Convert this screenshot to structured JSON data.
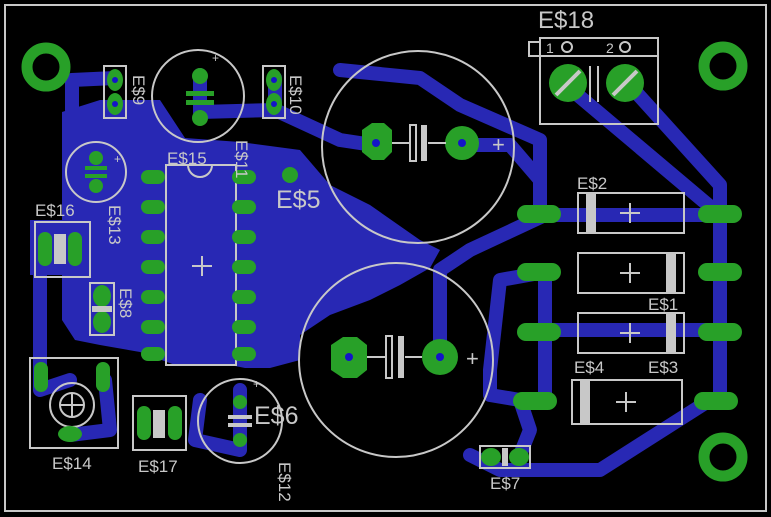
{
  "colors": {
    "background": "#000000",
    "copper": "#2828b4",
    "pad": "#28a028",
    "pad_hole": "#1414c8",
    "silkscreen": "#c8c8c8",
    "outline": "#c8c8c8"
  },
  "labels": {
    "e18": "E$18",
    "pin1": "1",
    "pin2": "2",
    "e9": "E$9",
    "e10": "E$10",
    "e15": "E$15",
    "e11": "E$11",
    "e5": "E$5",
    "e13": "E$13",
    "e16": "E$16",
    "e8": "E$8",
    "e2": "E$2",
    "e1": "E$1",
    "e4": "E$4",
    "e3": "E$3",
    "e6": "E$6",
    "e12": "E$12",
    "e14": "E$14",
    "e17": "E$17",
    "e7": "E$7"
  }
}
